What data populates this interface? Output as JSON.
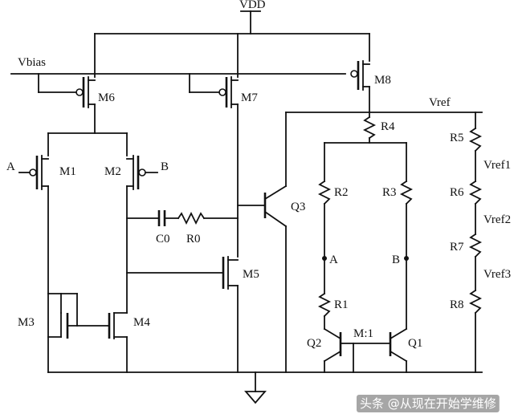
{
  "supply_label": "VDD",
  "bias_label": "Vbias",
  "ref_label": "Vref",
  "inputs": {
    "a": "A",
    "b": "B"
  },
  "mosfets": [
    "M1",
    "M2",
    "M3",
    "M4",
    "M5",
    "M6",
    "M7",
    "M8"
  ],
  "bjts": [
    "Q1",
    "Q2",
    "Q3"
  ],
  "resistors": [
    "R0",
    "R1",
    "R2",
    "R3",
    "R4",
    "R5",
    "R6",
    "R7",
    "R8"
  ],
  "capacitor": "C0",
  "nodes": {
    "a": "A",
    "b": "B"
  },
  "ratio": "M:1",
  "taps": [
    "Vref1",
    "Vref2",
    "Vref3"
  ],
  "watermark": "头条 @从现在开始学维修"
}
